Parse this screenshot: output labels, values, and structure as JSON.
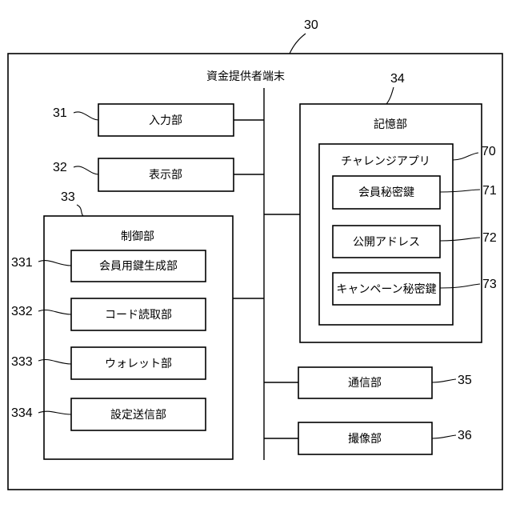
{
  "diagram": {
    "terminal": {
      "ref": "30",
      "title": "資金提供者端末"
    },
    "input": {
      "ref": "31",
      "label": "入力部"
    },
    "display": {
      "ref": "32",
      "label": "表示部"
    },
    "control": {
      "ref": "33",
      "title": "制御部",
      "units": [
        {
          "ref": "331",
          "label": "会員用鍵生成部"
        },
        {
          "ref": "332",
          "label": "コード読取部"
        },
        {
          "ref": "333",
          "label": "ウォレット部"
        },
        {
          "ref": "334",
          "label": "設定送信部"
        }
      ]
    },
    "storage": {
      "ref": "34",
      "title": "記憶部",
      "app": {
        "ref": "70",
        "title": "チャレンジアプリ",
        "items": [
          {
            "ref": "71",
            "label": "会員秘密鍵"
          },
          {
            "ref": "72",
            "label": "公開アドレス"
          },
          {
            "ref": "73",
            "label": "キャンペーン秘密鍵"
          }
        ]
      }
    },
    "communication": {
      "ref": "35",
      "label": "通信部"
    },
    "imaging": {
      "ref": "36",
      "label": "撮像部"
    }
  }
}
